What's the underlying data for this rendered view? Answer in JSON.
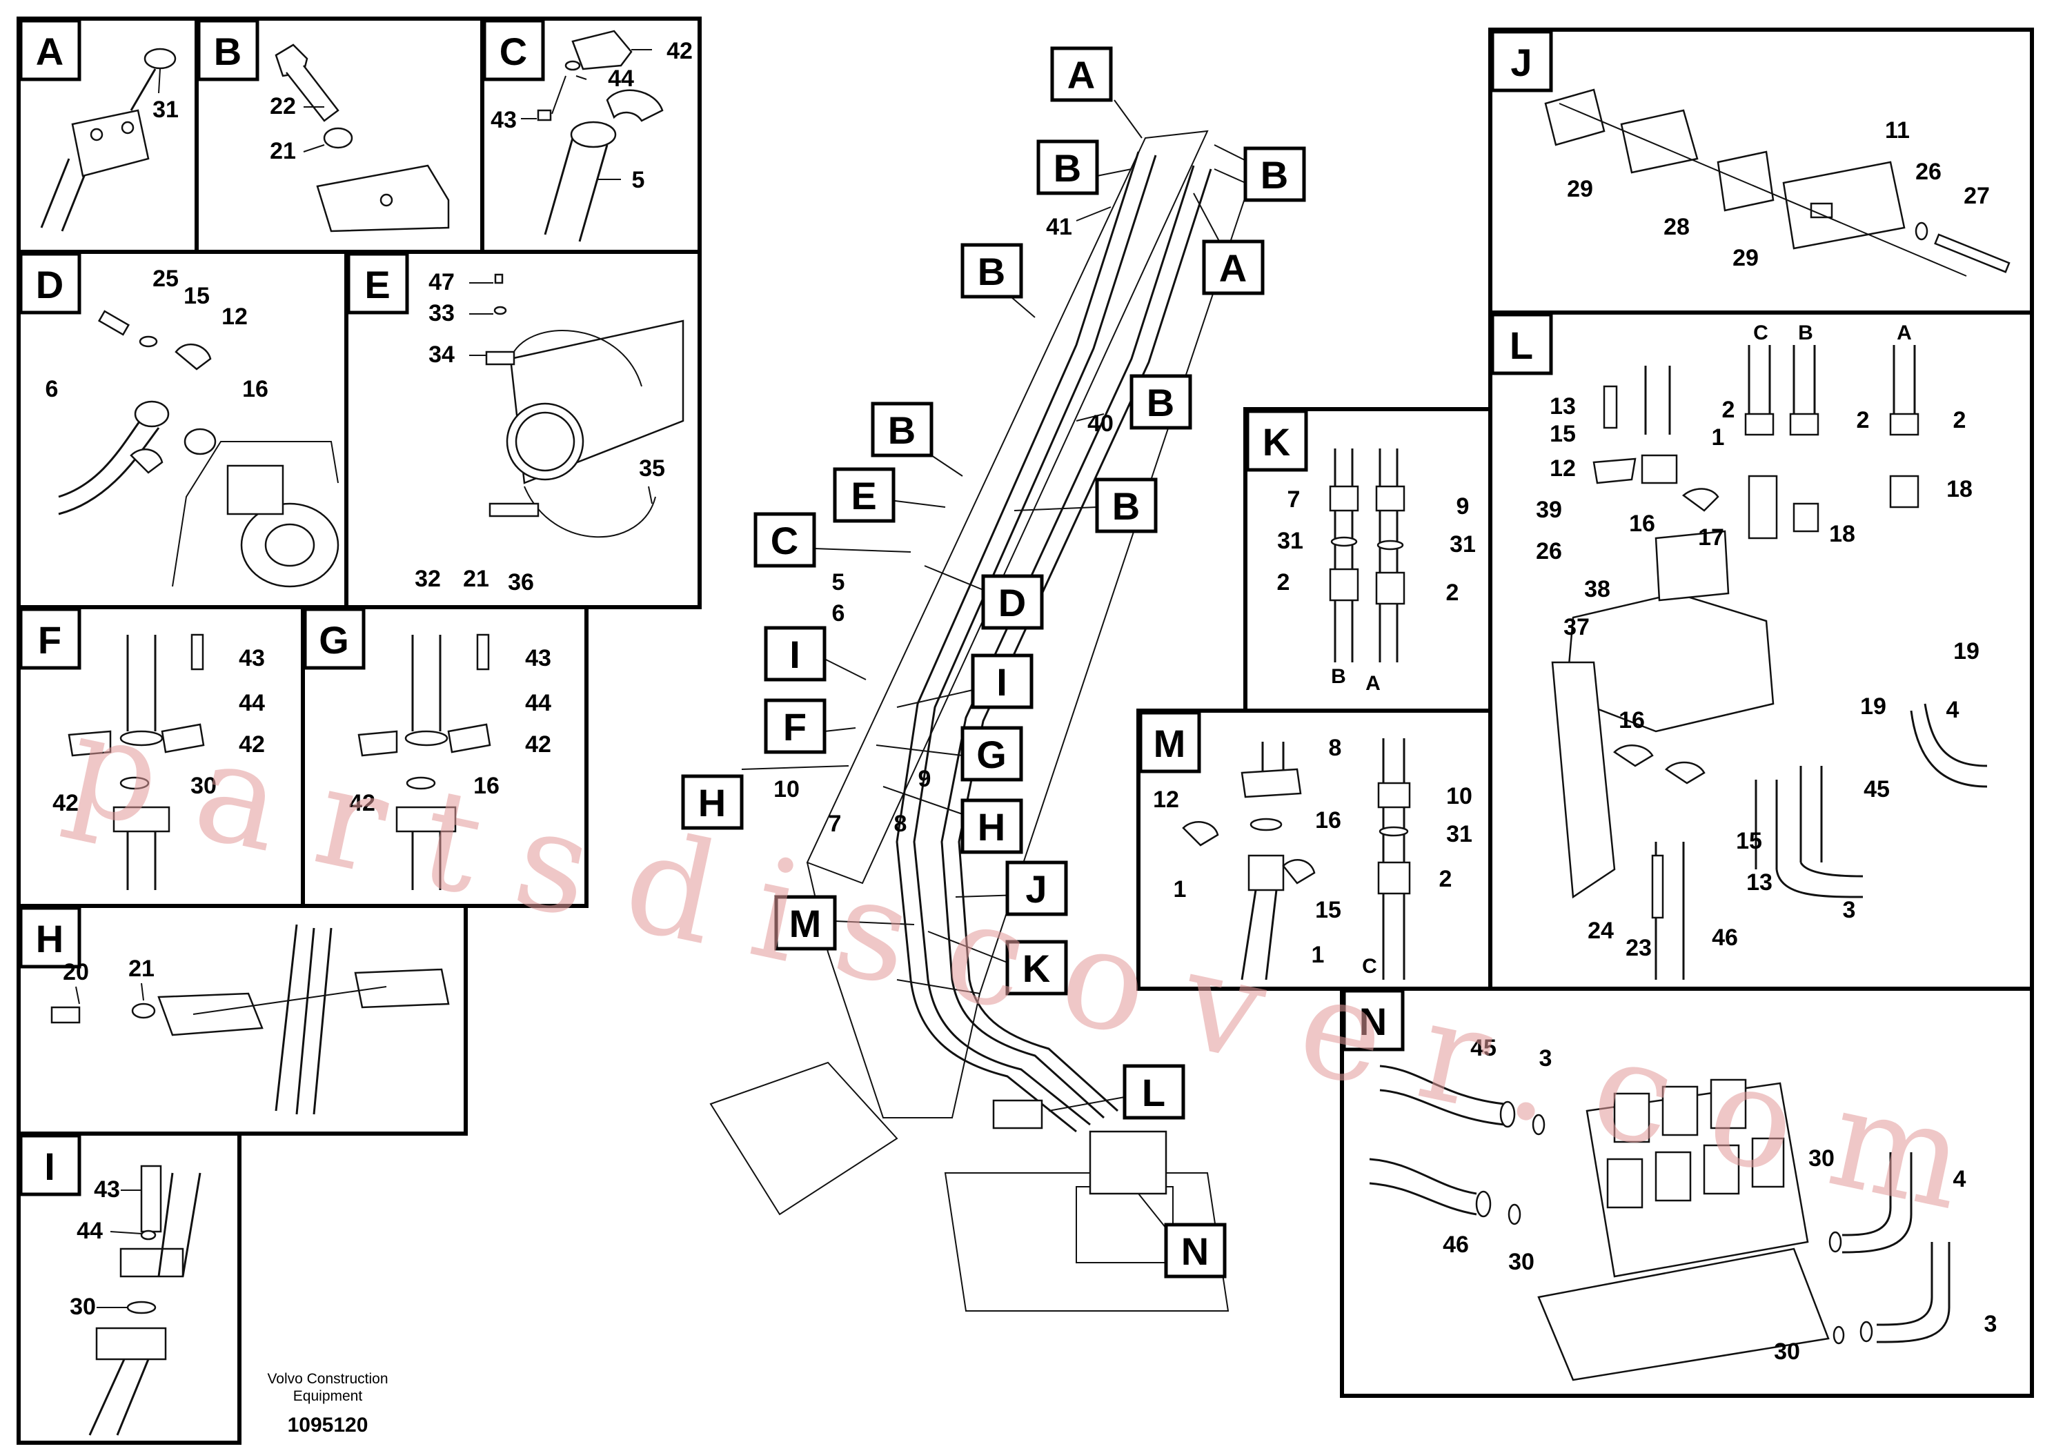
{
  "panels": {
    "A": {
      "letter": "A",
      "labels": [
        "31"
      ]
    },
    "B": {
      "letter": "B",
      "labels": [
        "22",
        "21"
      ]
    },
    "C": {
      "letter": "C",
      "labels": [
        "42",
        "44",
        "43",
        "5"
      ]
    },
    "D": {
      "letter": "D",
      "labels": [
        "25",
        "15",
        "12",
        "6",
        "16"
      ]
    },
    "E": {
      "letter": "E",
      "labels": [
        "47",
        "33",
        "34",
        "35",
        "32",
        "21",
        "36"
      ]
    },
    "F": {
      "letter": "F",
      "labels": [
        "43",
        "44",
        "42",
        "42",
        "30"
      ]
    },
    "G": {
      "letter": "G",
      "labels": [
        "43",
        "44",
        "42",
        "42",
        "16"
      ]
    },
    "H": {
      "letter": "H",
      "labels": [
        "20",
        "21"
      ]
    },
    "I": {
      "letter": "I",
      "labels": [
        "43",
        "44",
        "30"
      ]
    },
    "J": {
      "letter": "J",
      "labels": [
        "11",
        "26",
        "27",
        "29",
        "28",
        "29"
      ]
    },
    "K": {
      "letter": "K",
      "labels": [
        "7",
        "9",
        "31",
        "31",
        "2",
        "2",
        "B",
        "A"
      ]
    },
    "L": {
      "letter": "L",
      "labels": [
        "C",
        "B",
        "A",
        "13",
        "2",
        "2",
        "2",
        "15",
        "1",
        "12",
        "18",
        "39",
        "16",
        "17",
        "18",
        "26",
        "38",
        "37",
        "19",
        "16",
        "19",
        "4",
        "45",
        "15",
        "13",
        "3",
        "24",
        "23",
        "46"
      ]
    },
    "M": {
      "letter": "M",
      "labels": [
        "8",
        "10",
        "12",
        "16",
        "31",
        "2",
        "1",
        "15",
        "1",
        "C"
      ]
    },
    "N": {
      "letter": "N",
      "labels": [
        "45",
        "3",
        "30",
        "4",
        "46",
        "30",
        "3",
        "30"
      ]
    }
  },
  "main": {
    "callouts": [
      "A",
      "B",
      "A",
      "B",
      "B",
      "B",
      "B",
      "E",
      "B",
      "C",
      "D",
      "I",
      "I",
      "F",
      "G",
      "H",
      "H",
      "J",
      "M",
      "K",
      "L",
      "N"
    ],
    "numbers": [
      "41",
      "40",
      "5",
      "6",
      "9",
      "10",
      "7",
      "8"
    ]
  },
  "footer": {
    "company_line1": "Volvo Construction",
    "company_line2": "Equipment",
    "drawing_number": "1095120"
  },
  "watermark": "partsdiscover.com"
}
